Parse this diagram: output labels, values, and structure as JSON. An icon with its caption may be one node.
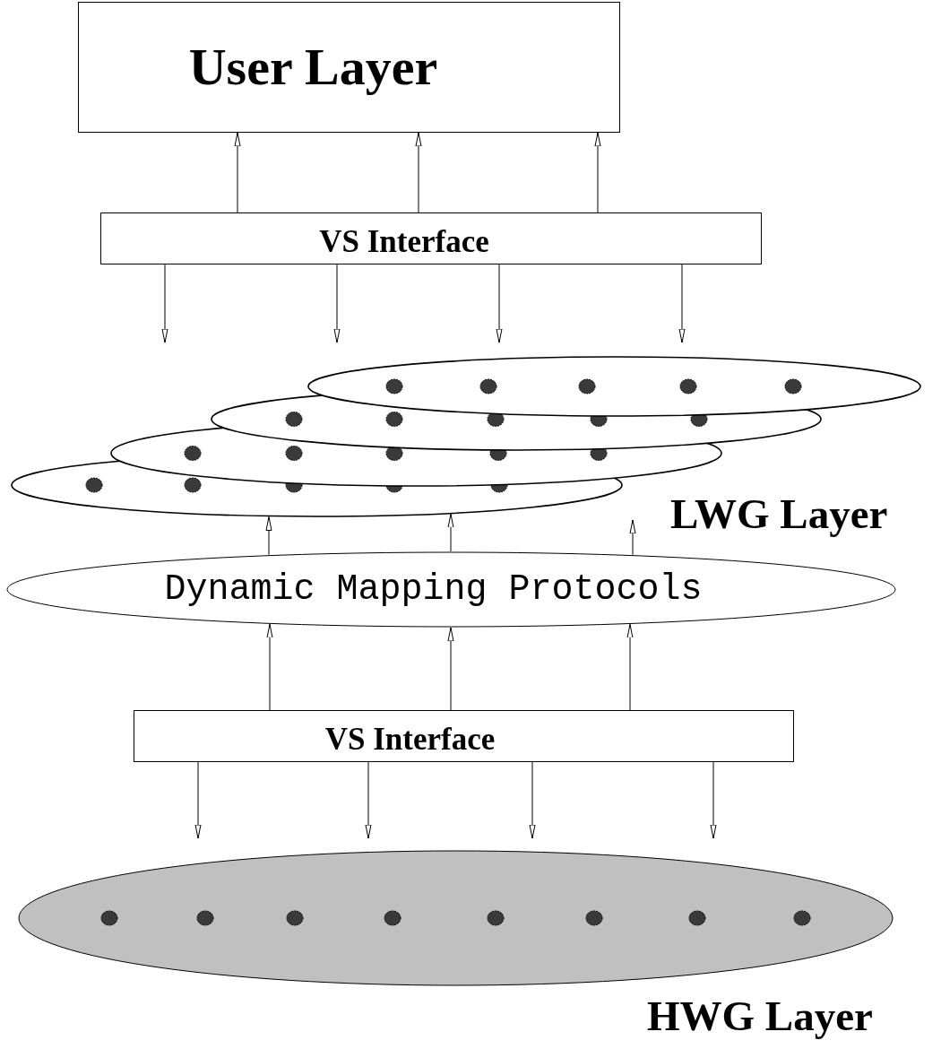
{
  "diagram": {
    "nodes": [
      {
        "text": [
          "User Layer"
        ]
      },
      {
        "text": [
          "VS Interface"
        ]
      },
      {
        "text": [],
        "shape": "ellipse"
      },
      {
        "text": [],
        "shape": "ellipse"
      },
      {
        "text": [],
        "shape": "ellipse"
      },
      {
        "text": [],
        "shape": "ellipse"
      },
      {
        "text": [
          "Dynamic Mapping Protocols"
        ]
      },
      {
        "text": [
          "VS Interface"
        ]
      },
      {
        "text": [],
        "shape": "ellipse"
      }
    ],
    "edges": [
      {
        "from": 1,
        "to": 0,
        "arrow": "to"
      },
      {
        "from": 1,
        "to": 0,
        "arrow": "to"
      },
      {
        "from": 1,
        "to": 0,
        "arrow": "to"
      },
      {
        "from": 1,
        "to": null,
        "arrow": "to"
      },
      {
        "from": 1,
        "to": null,
        "arrow": "to"
      },
      {
        "from": 1,
        "to": 2,
        "arrow": "to"
      },
      {
        "from": 1,
        "to": 2,
        "arrow": "to"
      },
      {
        "from": 6,
        "to": 5,
        "arrow": "to"
      },
      {
        "from": 6,
        "to": 5,
        "arrow": "to"
      },
      {
        "from": 6,
        "to": null,
        "arrow": "to"
      },
      {
        "from": 7,
        "to": 6,
        "arrow": "to"
      },
      {
        "from": 7,
        "to": 6,
        "arrow": "to"
      },
      {
        "from": 7,
        "to": 6,
        "arrow": "to"
      },
      {
        "from": 7,
        "to": 8,
        "arrow": "to"
      },
      {
        "from": 7,
        "to": 8,
        "arrow": "to"
      },
      {
        "from": 7,
        "to": 8,
        "arrow": "to"
      },
      {
        "from": 7,
        "to": 8,
        "arrow": "to"
      }
    ],
    "labels": [
      "LWG Layer",
      "HWG Layer"
    ]
  }
}
